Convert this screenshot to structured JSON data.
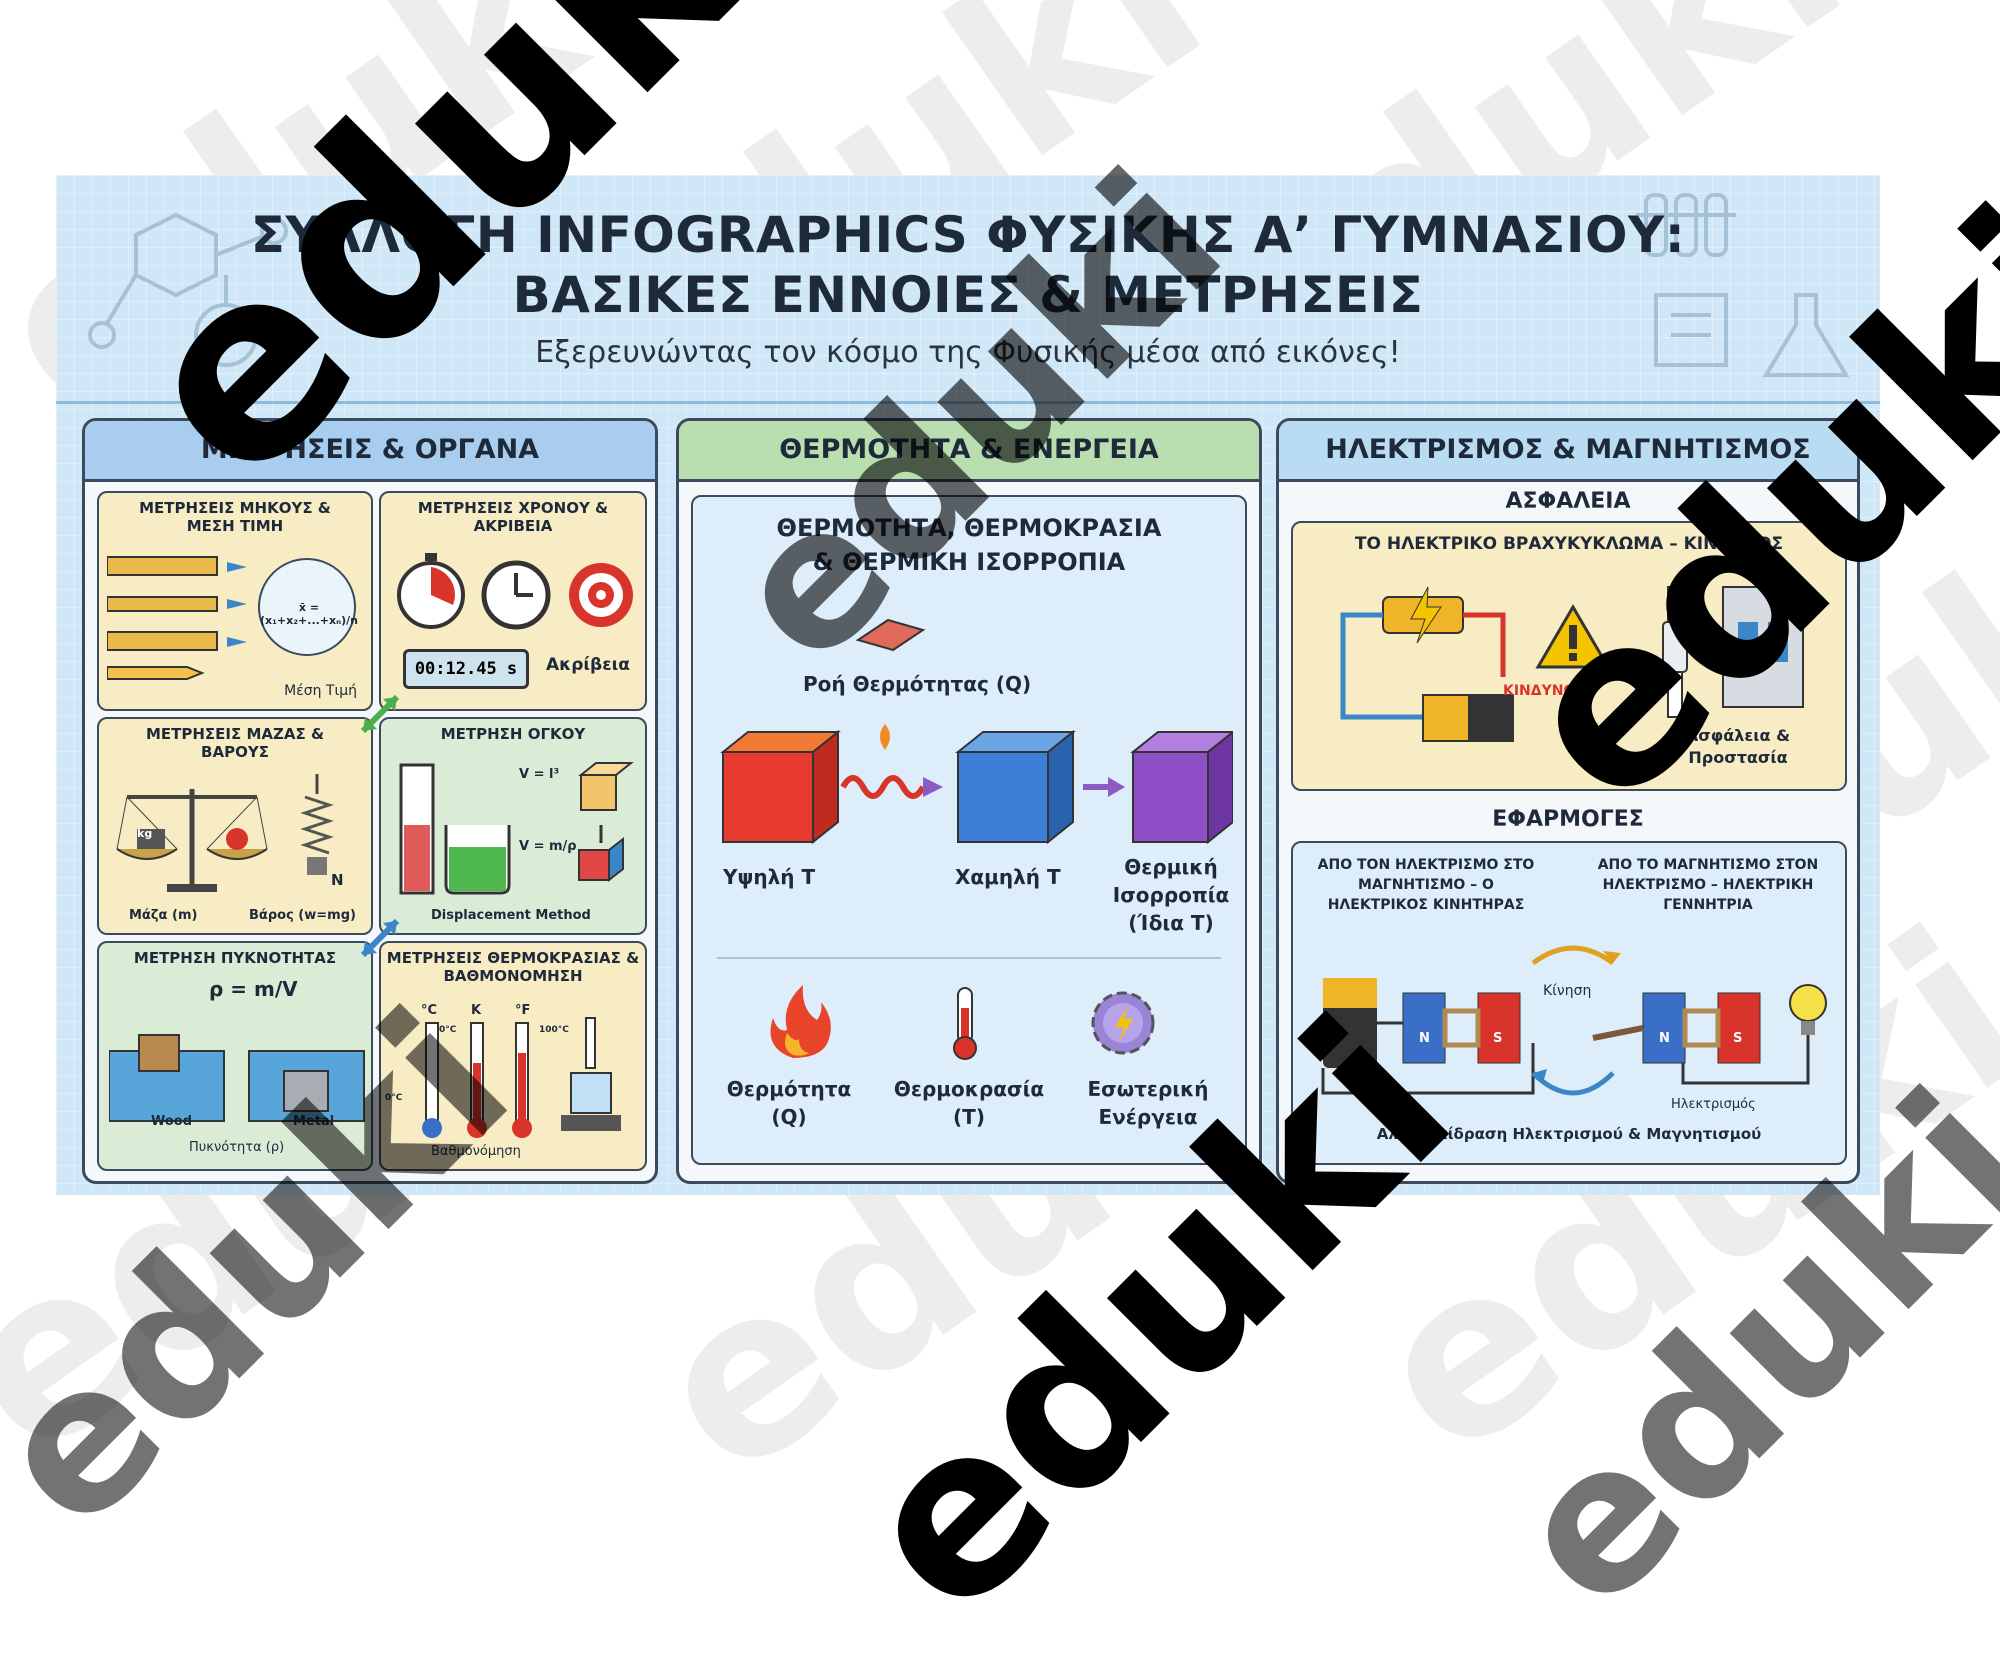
{
  "header": {
    "title_line1": "ΣΥΛΛΟΓΗ INFOGRAPHICS ΦΥΣΙΚΗΣ Α’ ΓΥΜΝΑΣΙΟΥ:",
    "title_line2": "ΒΑΣΙΚΕΣ ΕΝΝΟΙΕΣ & ΜΕΤΡΗΣΕΙΣ",
    "subtitle": "Εξερευνώντας τον κόσμο της Φυσικής μέσα από εικόνες!"
  },
  "col1": {
    "head": "ΜΕΤΡΗΣΕΙΣ & ΟΡΓΑΝΑ",
    "length": {
      "title": "ΜΕΤΡΗΣΕΙΣ ΜΗΚΟΥΣ & ΜΕΣΗ ΤΙΜΗ",
      "formula": "x̄ = (x₁+x₂+...+xₙ)/n",
      "label": "Μέση Τιμή"
    },
    "time": {
      "title": "ΜΕΤΡΗΣΕΙΣ ΧΡΟΝΟΥ & ΑΚΡΙΒΕΙΑ",
      "display": "00:12.45 s",
      "label": "Ακρίβεια"
    },
    "mass": {
      "title": "ΜΕΤΡΗΣΕΙΣ ΜΑΖΑΣ & ΒΑΡΟΥΣ",
      "weight_tag": "kg",
      "newton": "N",
      "mass_label": "Μάζα (m)",
      "weight_label": "Βάρος (w=mg)"
    },
    "volume": {
      "title": "ΜΕΤΡΗΣΗ ΟΓΚΟΥ",
      "formula1": "V = l³",
      "formula2": "V = m/ρ",
      "label": "Displacement Method"
    },
    "density": {
      "title": "ΜΕΤΡΗΣΗ ΠΥΚΝΟΤΗΤΑΣ",
      "formula": "ρ = m/V",
      "wood": "Wood",
      "metal": "Metal",
      "label": "Πυκνότητα (ρ)"
    },
    "temp": {
      "title": "ΜΕΤΡΗΣΕΙΣ ΘΕΡΜΟΚΡΑΣΙΑΣ & ΒΑΘΜΟΝΟΜΗΣΗ",
      "c": "°C",
      "k": "K",
      "f": "°F",
      "zero": "0°C",
      "zero2": "0°C",
      "hundred": "100°C",
      "label": "Βαθμονόμηση"
    }
  },
  "col2": {
    "head": "ΘΕΡΜΟΤΗΤΑ & ΕΝΕΡΓΕΙΑ",
    "card_title": "ΘΕΡΜΟΤΗΤΑ, ΘΕΡΜΟΚΡΑΣΙΑ & ΘΕΡΜΙΚΗ ΙΣΟΡΡΟΠΙΑ",
    "flow": "Ροή Θερμότητας (Q)",
    "high": "Υψηλή Τ",
    "low": "Χαμηλή Τ",
    "equilibrium": "Θερμική Ισορροπία (Ίδια Τ)",
    "heat": "Θερμότητα (Q)",
    "temperature": "Θερμοκρασία (Τ)",
    "internal": "Εσωτερική Ενέργεια"
  },
  "col3": {
    "head": "ΗΛΕΚΤΡΙΣΜΟΣ & ΜΑΓΝΗΤΙΣΜΟΣ",
    "safety": "ΑΣΦΑΛΕΙΑ",
    "short_title": "ΤΟ ΗΛΕΚΤΡΙΚΟ ΒΡΑΧΥΚΥΚΛΩΜΑ – ΚΙΝΔΥΝΟΣ",
    "danger": "ΚΙΝΔΥΝΟΣ!",
    "protection": "Ασφάλεια & Προστασία",
    "apps": "ΕΦΑΡΜΟΓΕΣ",
    "motor": "ΑΠΟ ΤΟΝ ΗΛΕΚΤΡΙΣΜΟ ΣΤΟ ΜΑΓΝΗΤΙΣΜΟ – Ο ΗΛΕΚΤΡΙΚΟΣ ΚΙΝΗΤΗΡΑΣ",
    "generator": "ΑΠΟ ΤΟ ΜΑΓΝΗΤΙΣΜΟ ΣΤΟΝ ΗΛΕΚΤΡΙΣΜΟ – ΗΛΕΚΤΡΙΚΗ ΓΕΝΝΗΤΡΙΑ",
    "motion": "Κίνηση",
    "electricity": "Ηλεκτρισμός",
    "interaction": "Αλληλεπίδραση Ηλεκτρισμού & Μαγνητισμού",
    "n": "N",
    "s": "S"
  },
  "watermark": "eduki",
  "colors": {
    "poster": "#cfe7f6",
    "col1": "#a9cdee",
    "col2": "#b9dfb1",
    "col3": "#b9dcf2"
  }
}
